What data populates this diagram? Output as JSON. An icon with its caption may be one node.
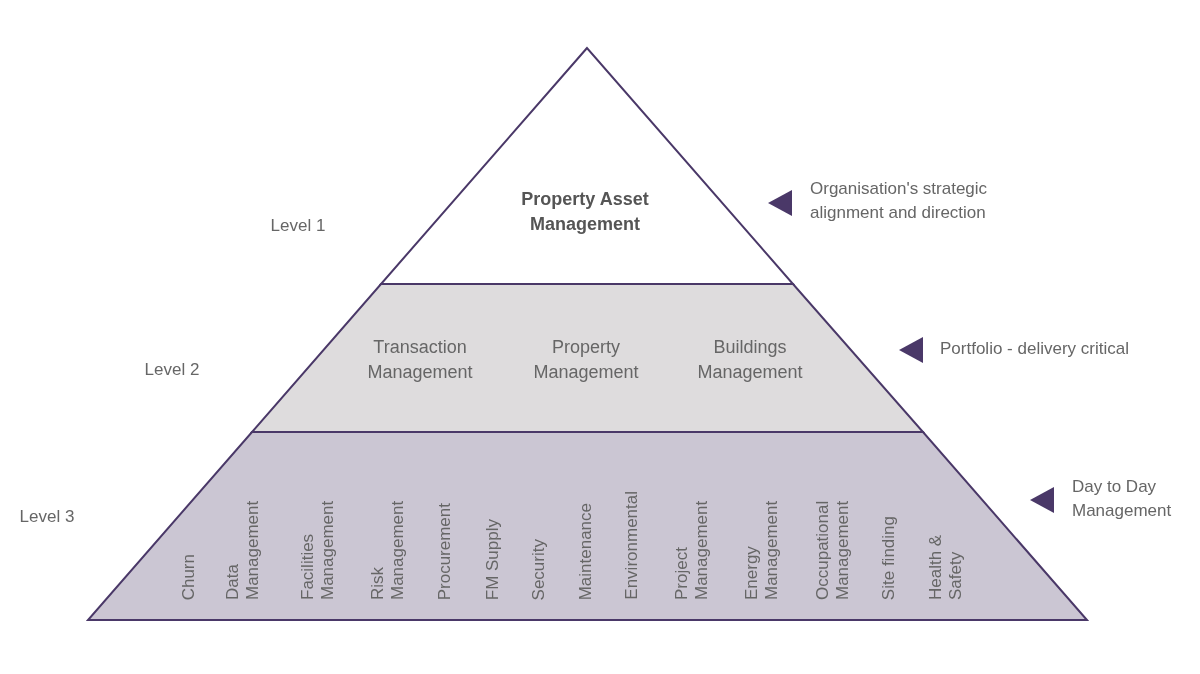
{
  "diagram": {
    "nodes": [
      {
        "text": [
          "Property Asset Management"
        ],
        "beside": [
          "Level 1",
          "Organisation's strategic alignment and direction"
        ]
      },
      {
        "text": [
          "Transaction Management",
          "Property Management",
          "Buildings Management"
        ],
        "beside": [
          "Level 2",
          "Portfolio - delivery critical"
        ]
      },
      {
        "text": [
          "Churn",
          "Data Management",
          "Facilities Management",
          "Risk Management",
          "Procurement",
          "FM Supply",
          "Security",
          "Maintenance",
          "Environmental",
          "Project Management",
          "Energy Management",
          "Occupational Management",
          "Site finding",
          "Health & Safety"
        ],
        "beside": [
          "Level 3",
          "Day to Day Management"
        ]
      }
    ]
  }
}
